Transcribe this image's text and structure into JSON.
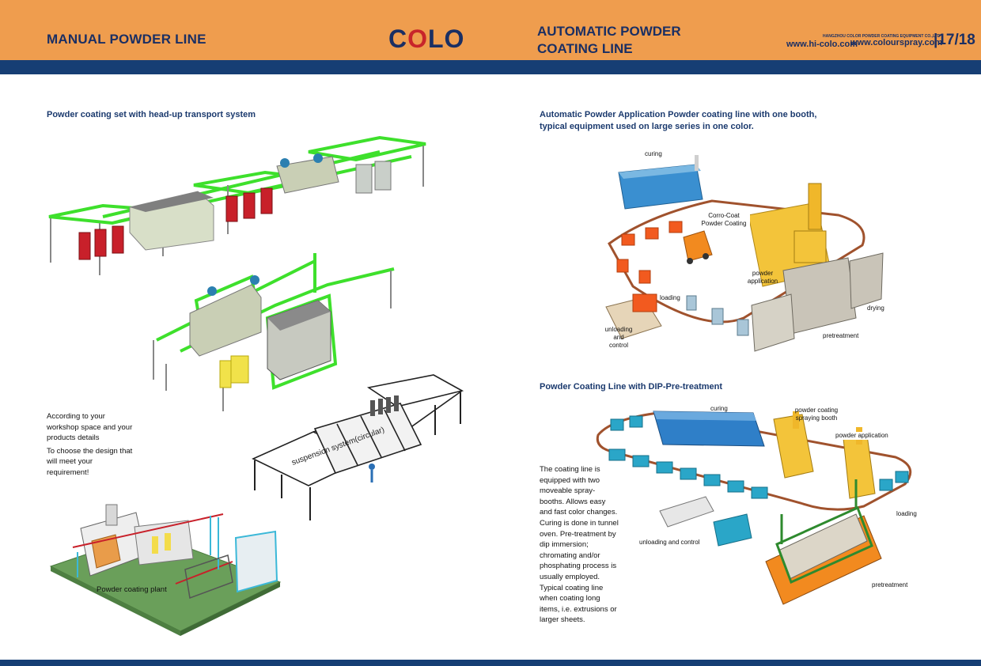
{
  "header": {
    "title_left": "MANUAL POWDER LINE",
    "logo": "COLO",
    "title_right_line1": "AUTOMATIC POWDER",
    "title_right_line2": "COATING LINE",
    "company": "HANGZHOU COLOR POWDER COATING EQUIPMENT CO.,LTD",
    "website1": "www.hi-colo.com",
    "website2": "www.colourspray.com",
    "page": "17/18"
  },
  "left": {
    "heading": "Powder coating set with head-up transport system",
    "note_line1": "According to your",
    "note_line2": "workshop space and your",
    "note_line3": "products details",
    "note_line4": "To choose the design that",
    "note_line5": "will meet your",
    "note_line6": "requirement!",
    "overlay_text": "suspension system(circular)",
    "plant_label": "Powder coating plant"
  },
  "right_top": {
    "heading_line1": "Automatic Powder Application Powder coating line with one booth,",
    "heading_line2": "typical equipment used on large series in one color.",
    "curing": "curing",
    "corro_line1": "Corro-Coat",
    "corro_line2": "Powder Coating",
    "powder_line1": "powder",
    "powder_line2": "application",
    "loading": "loading",
    "drying": "drying",
    "unloading_line1": "unloading",
    "unloading_line2": "and",
    "unloading_line3": "control",
    "pretreatment": "pretreatment"
  },
  "right_bottom": {
    "heading": "Powder Coating Line with DIP-Pre-treatment",
    "curing": "curing",
    "booth_line1": "powder coating",
    "booth_line2": "spraying booth",
    "powder_application": "powder application",
    "loading": "loading",
    "unloading": "unloading and control",
    "pretreatment": "pretreatment",
    "desc_lines": [
      "The coating line is",
      "equipped with two",
      "moveable spray-",
      "booths. Allows easy",
      "and fast color changes.",
      "Curing is done in tunnel",
      "oven. Pre-treatment by",
      "dip immersion;",
      "chromating and/or",
      "phosphating process is",
      "usually employed.",
      "Typical coating line",
      "when coating long",
      "items, i.e. extrusions or",
      "larger sheets."
    ]
  },
  "colors": {
    "header_orange": "#ef9d4e",
    "band_navy": "#163e74",
    "frame_green": "#3ee02c",
    "booth_red": "#c8202a",
    "conveyor_brown": "#a0522d",
    "oven_blue": "#2f7fc8",
    "panel_teal": "#2aa6c8"
  }
}
